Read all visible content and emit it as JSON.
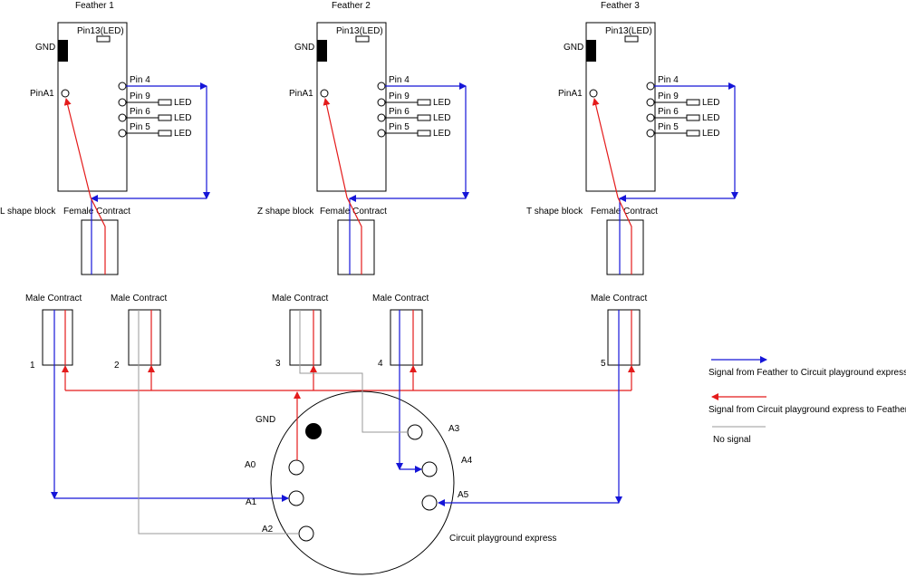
{
  "colors": {
    "blue": "#1515d8",
    "red": "#e41b1b",
    "gray": "#9a9a9a"
  },
  "feathers": [
    {
      "title": "Feather 1",
      "block": "L shape block"
    },
    {
      "title": "Feather 2",
      "block": "Z shape block"
    },
    {
      "title": "Feather 3",
      "block": "T shape block"
    }
  ],
  "feather_labels": {
    "gnd": "GND",
    "pin13": "Pin13(LED)",
    "pina1": "PinA1",
    "pin4": "Pin 4",
    "pin9": "Pin 9",
    "pin6": "Pin 6",
    "pin5": "Pin 5",
    "led": "LED",
    "female": "Female Contract"
  },
  "male_contracts": [
    {
      "label": "Male Contract",
      "number": "1"
    },
    {
      "label": "Male Contract",
      "number": "2"
    },
    {
      "label": "Male Contract",
      "number": "3"
    },
    {
      "label": "Male Contract",
      "number": "4"
    },
    {
      "label": "Male Contract",
      "number": "5"
    }
  ],
  "board": {
    "name": "Circuit playground express",
    "gnd": "GND",
    "pads": [
      "A0",
      "A1",
      "A2",
      "A3",
      "A4",
      "A5"
    ]
  },
  "legend": [
    {
      "text": "Signal from Feather to Circuit playground express",
      "color": "blue"
    },
    {
      "text": "Signal from  Circuit playground express to Feather",
      "color": "red"
    },
    {
      "text": "No signal",
      "color": "gray"
    }
  ]
}
